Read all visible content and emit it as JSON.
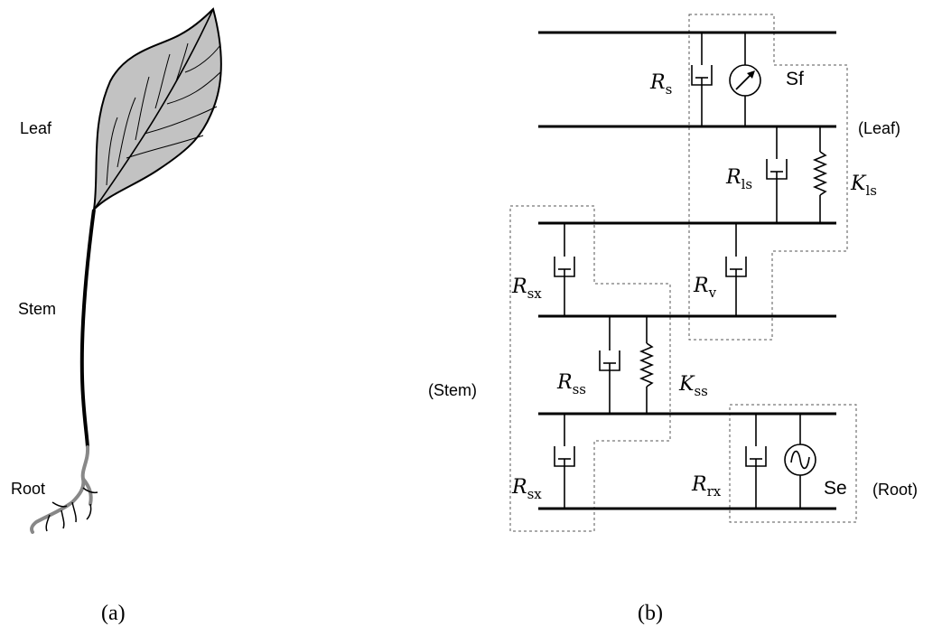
{
  "panel_a": {
    "leaf_label": "Leaf",
    "stem_label": "Stem",
    "root_label": "Root",
    "caption": "(a)"
  },
  "panel_b": {
    "caption": "(b)",
    "leaf_group": "(Leaf)",
    "stem_group": "(Stem)",
    "root_group": "(Root)",
    "source_flow": "Sf",
    "source_effort": "Se",
    "R_s": {
      "sym": "R",
      "sub": "s"
    },
    "R_ls": {
      "sym": "R",
      "sub": "ls"
    },
    "K_ls": {
      "sym": "K",
      "sub": "ls"
    },
    "R_sx_top": {
      "sym": "R",
      "sub": "sx"
    },
    "R_v": {
      "sym": "R",
      "sub": "v"
    },
    "R_ss": {
      "sym": "R",
      "sub": "ss"
    },
    "K_ss": {
      "sym": "K",
      "sub": "ss"
    },
    "R_sx_bottom": {
      "sym": "R",
      "sub": "sx"
    },
    "R_rx": {
      "sym": "R",
      "sub": "rx"
    }
  }
}
